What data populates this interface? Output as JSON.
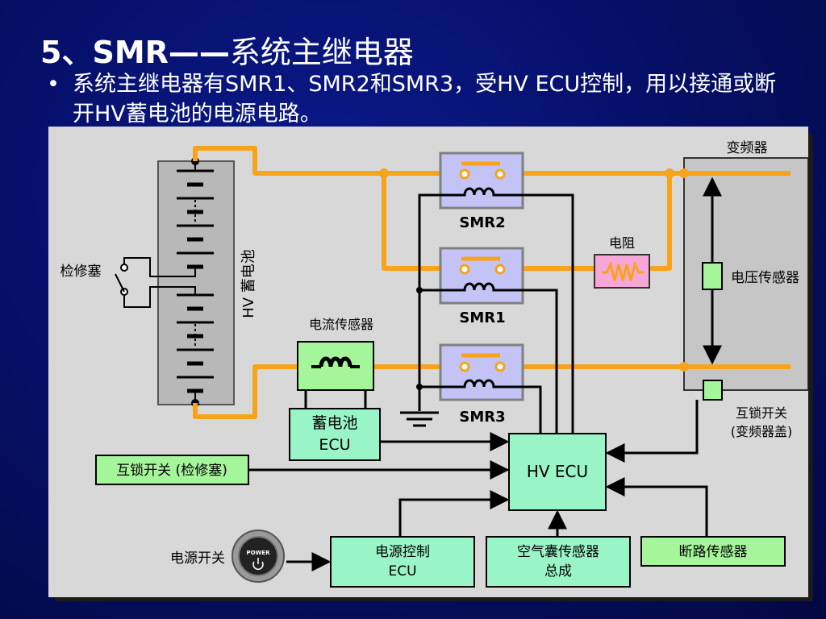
{
  "title": {
    "number": "5、",
    "prefix": "SMR",
    "dash": "——",
    "text": "系统主继电器"
  },
  "bullet": {
    "symbol": "•",
    "text": "系统主继电器有SMR1、SMR2和SMR3，受HV ECU控制，用以接通或断开HV蓄电池的电源电路。"
  },
  "diagram": {
    "labels": {
      "inverter": "变频器",
      "smr2": "SMR2",
      "smr1": "SMR1",
      "smr3": "SMR3",
      "resistor": "电阻",
      "voltage_sensor": "电压传感器",
      "service_plug": "检修塞",
      "hv_battery": "HV  蓄电池",
      "current_sensor": "电流传感器",
      "interlock_inverter_line1": "互锁开关",
      "interlock_inverter_line2": "(变频器盖)",
      "power_switch": "电源开关",
      "power_button_text": "POWER"
    },
    "boxes": {
      "battery_ecu_line1": "蓄电池",
      "battery_ecu_line2": "ECU",
      "hv_ecu": "HV ECU",
      "interlock_service": "互锁开关 (检修塞)",
      "power_ecu_line1": "电源控制",
      "power_ecu_line2": "ECU",
      "airbag_ecu_line1": "空气囊传感器",
      "airbag_ecu_line2": "总成",
      "circuit_breaker": "断路传感器"
    },
    "colors": {
      "hv_wire": "#f7a31b",
      "ecu_box": "#99f5c8",
      "green_box": "#a5f59a",
      "resistor_fill": "#f5a8d8",
      "relay_fill": "#c3c3f5",
      "panel_bg": "#d8d8d8",
      "inverter_bg": "#c6c6c6",
      "battery_bg": "#b8b8b8",
      "background": "#06106a"
    }
  }
}
